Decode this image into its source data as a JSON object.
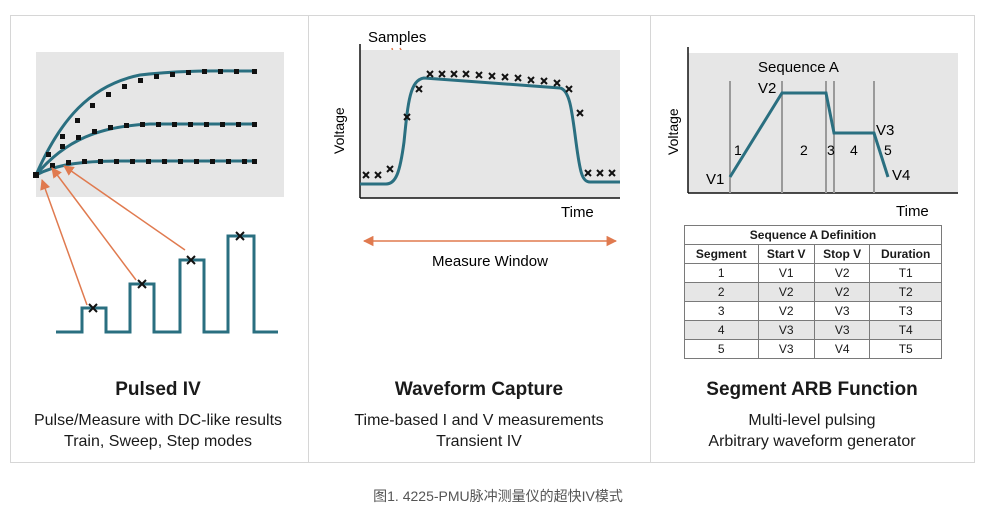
{
  "panels": [
    {
      "title": "Pulsed IV",
      "lines": [
        "Pulse/Measure with DC-like results",
        "Train, Sweep, Step modes"
      ]
    },
    {
      "title": "Waveform Capture",
      "lines": [
        "Time-based I and V measurements",
        "Transient IV"
      ],
      "plot": {
        "samples_label": "Samples",
        "y_label": "Voltage",
        "x_label": "Time",
        "window_label": "Measure Window"
      }
    },
    {
      "title": "Segment ARB Function",
      "lines": [
        "Multi-level pulsing",
        "Arbitrary waveform generator"
      ],
      "plot": {
        "sequence_label": "Sequence A",
        "y_label": "Voltage",
        "x_label": "Time",
        "points": [
          "V1",
          "V2",
          "V3",
          "V4"
        ],
        "segments": [
          "1",
          "2",
          "3",
          "4",
          "5"
        ]
      },
      "table": {
        "title": "Sequence A Definition",
        "headers": [
          "Segment",
          "Start V",
          "Stop V",
          "Duration"
        ],
        "rows": [
          [
            "1",
            "V1",
            "V2",
            "T1"
          ],
          [
            "2",
            "V2",
            "V2",
            "T2"
          ],
          [
            "3",
            "V2",
            "V3",
            "T3"
          ],
          [
            "4",
            "V3",
            "V3",
            "T4"
          ],
          [
            "5",
            "V3",
            "V4",
            "T5"
          ]
        ]
      }
    }
  ],
  "caption": "图1. 4225-PMU脉冲测量仪的超快IV模式",
  "colors": {
    "waveform": "#2a6f80",
    "arrow": "#e07a4f",
    "plot_bg": "#e6e6e6"
  }
}
